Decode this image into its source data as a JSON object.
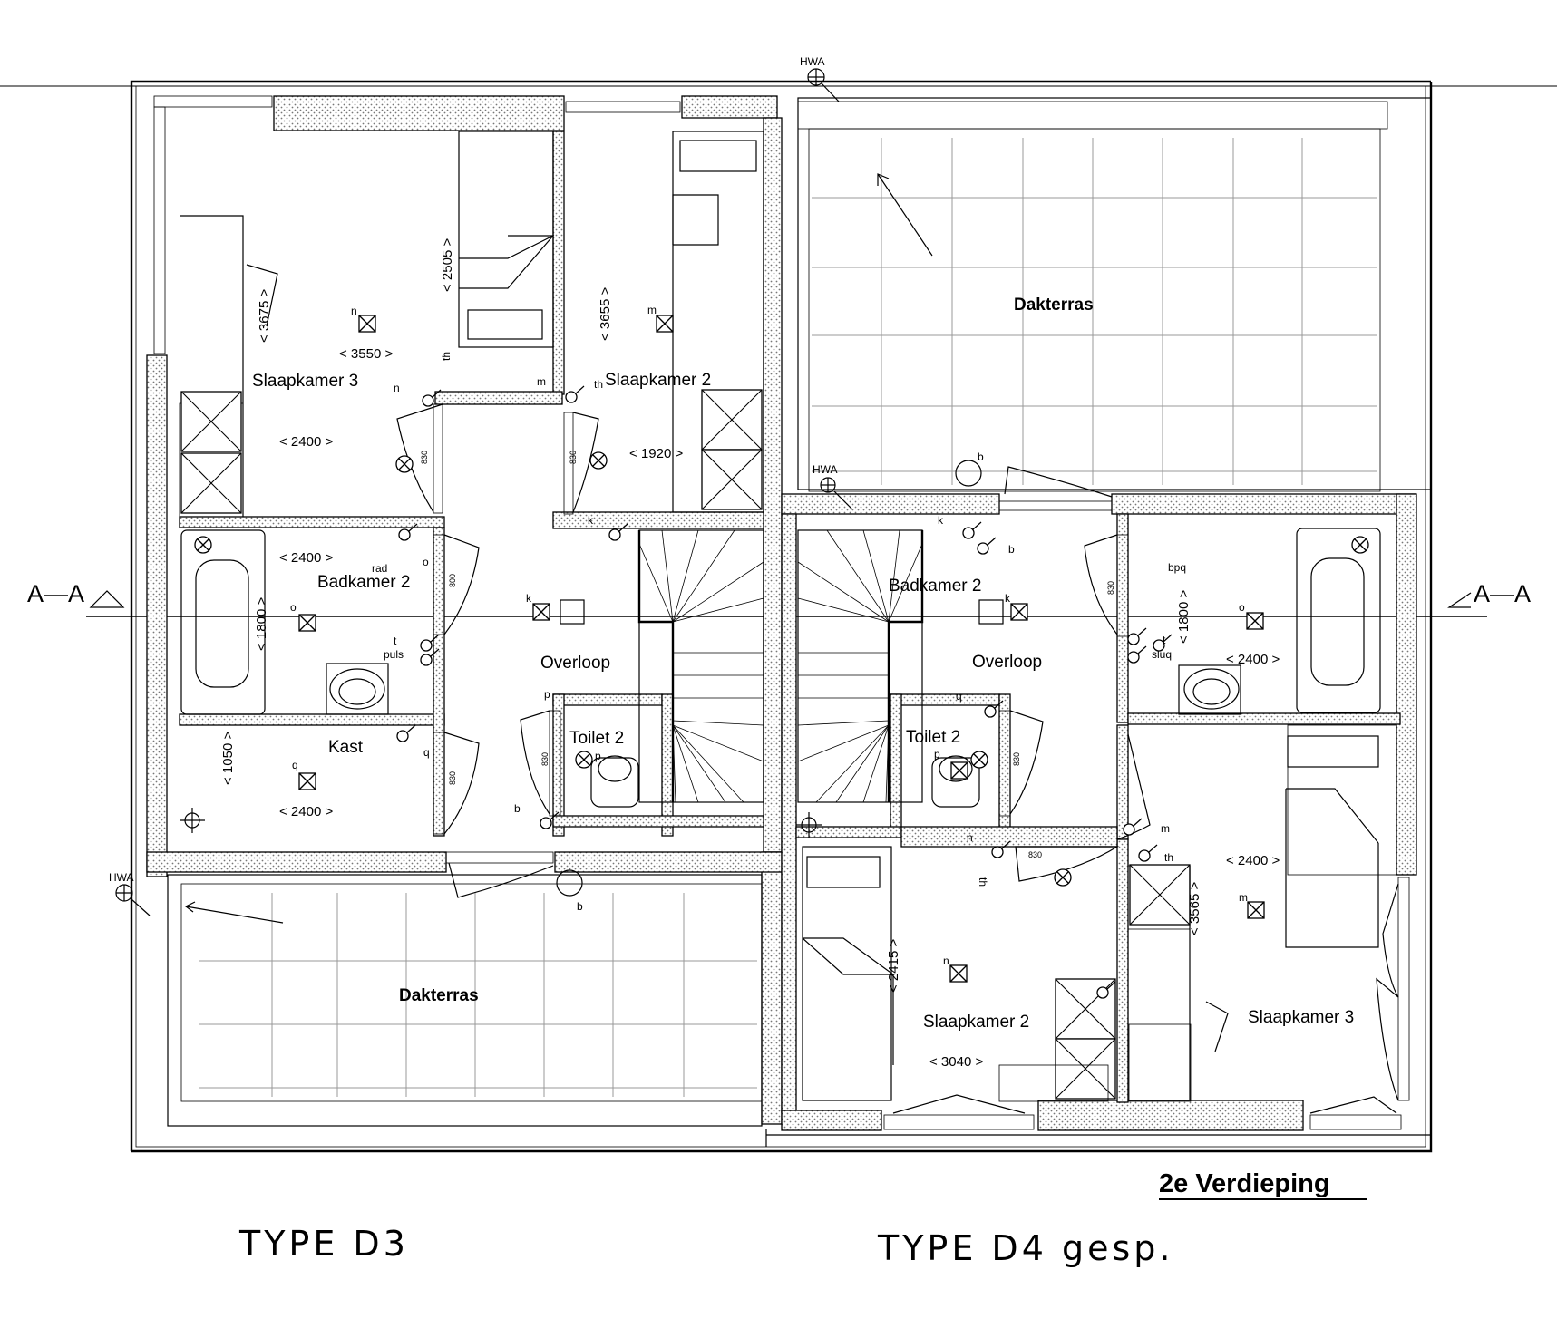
{
  "drawing": {
    "floor_title": "2e Verdieping",
    "type_left": "TYPE D3",
    "type_right": "TYPE D4 gesp.",
    "section_left": "A—A",
    "section_right": "A—A",
    "hwa": "HWA"
  },
  "rooms": {
    "left": {
      "slaapkamer3": "Slaapkamer 3",
      "slaapkamer2": "Slaapkamer 2",
      "badkamer2": "Badkamer 2",
      "kast": "Kast",
      "overloop": "Overloop",
      "toilet2": "Toilet 2",
      "dakterras": "Dakterras"
    },
    "right": {
      "slaapkamer3": "Slaapkamer 3",
      "slaapkamer2": "Slaapkamer 2",
      "badkamer2": "Badkamer 2",
      "overloop": "Overloop",
      "toilet2": "Toilet 2",
      "dakterras": "Dakterras"
    }
  },
  "dimensions": {
    "left": {
      "sk3_depth": "< 3675 >",
      "sk3_width_top": "< 3550 >",
      "sk3_width": "< 2400 >",
      "sk2_depth_a": "< 2505 >",
      "sk2_depth_b": "< 3655 >",
      "sk2_width": "< 1920 >",
      "bad_width": "< 2400 >",
      "bad_depth": "< 1800 >",
      "kast_depth": "< 1050 >",
      "kast_width": "< 2400 >"
    },
    "right": {
      "bad_depth": "< 1800 >",
      "bad_width": "< 2400 >",
      "sk3_width": "< 2400 >",
      "sk3_depth": "< 3565 >",
      "sk2_depth": "< 2415 >",
      "sk2_width": "< 3040 >"
    },
    "door_width": "830",
    "door_width_800": "800"
  },
  "installation_codes": {
    "n": "n",
    "m": "m",
    "th": "th",
    "k": "k",
    "o": "o",
    "b": "b",
    "p": "p",
    "q": "q",
    "t": "t",
    "rad": "rad",
    "puls": "puls",
    "bad_r": "bpq",
    "slq": "sluq"
  }
}
